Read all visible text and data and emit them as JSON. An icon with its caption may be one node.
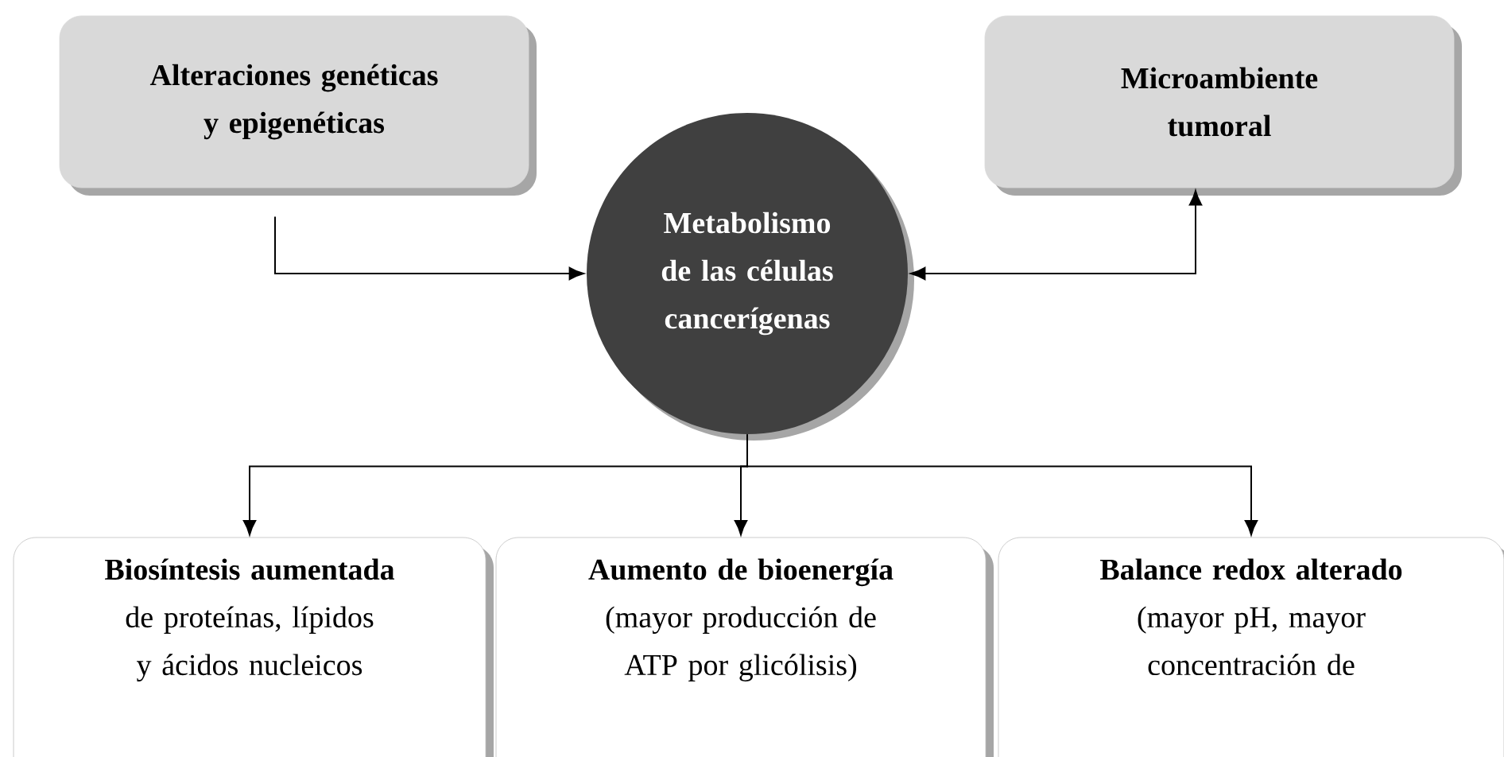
{
  "diagram": {
    "nodes": [
      {
        "text": [
          "Alteraciones genéticas y epigenéticas"
        ]
      },
      {
        "text": [
          "Microambiente tumoral"
        ]
      },
      {
        "text": [
          "Metabolismo de las células cancerígenas"
        ]
      },
      {
        "text": [
          "Biosíntesis aumentada",
          "de proteínas, lípidos y ácidos nucleicos"
        ]
      },
      {
        "text": [
          "Aumento de bioenergía",
          "(mayor producción de ATP por glicólisis)"
        ]
      },
      {
        "text": [
          "Balance redox alterado",
          "(mayor pH, mayor concentración de"
        ]
      }
    ],
    "edges": [
      {
        "from": 0,
        "to": 2,
        "arrow": "to"
      },
      {
        "from": 2,
        "to": 1,
        "arrow": "both"
      },
      {
        "from": 2,
        "to": 3,
        "arrow": "to"
      },
      {
        "from": 2,
        "to": 4,
        "arrow": "to"
      },
      {
        "from": 2,
        "to": 5,
        "arrow": "to"
      }
    ]
  }
}
